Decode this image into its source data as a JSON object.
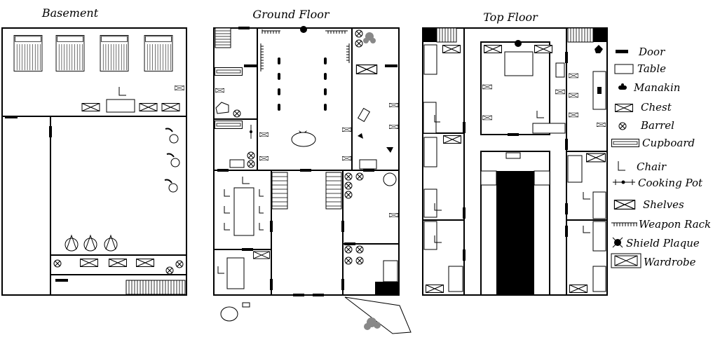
{
  "floors": {
    "basement": "Basement",
    "ground": "Ground Floor",
    "top": "Top Floor"
  },
  "legend": [
    {
      "label": "Door",
      "icon": "door-icon"
    },
    {
      "label": "Table",
      "icon": "table-icon"
    },
    {
      "label": "Manakin",
      "icon": "manakin-icon"
    },
    {
      "label": "Chest",
      "icon": "chest-icon"
    },
    {
      "label": "Barrel",
      "icon": "barrel-icon"
    },
    {
      "label": "Cupboard",
      "icon": "cupboard-icon"
    },
    {
      "label": "Chair",
      "icon": "chair-icon"
    },
    {
      "label": "Cooking Pot",
      "icon": "cooking-pot-icon"
    },
    {
      "label": "Shelves",
      "icon": "shelves-icon"
    },
    {
      "label": "Weapon Rack",
      "icon": "weapon-rack-icon"
    },
    {
      "label": "Shield Plaque",
      "icon": "shield-plaque-icon"
    },
    {
      "label": "Wardrobe",
      "icon": "wardrobe-icon"
    }
  ],
  "colors": {
    "ink": "#000000",
    "paper": "#ffffff"
  }
}
